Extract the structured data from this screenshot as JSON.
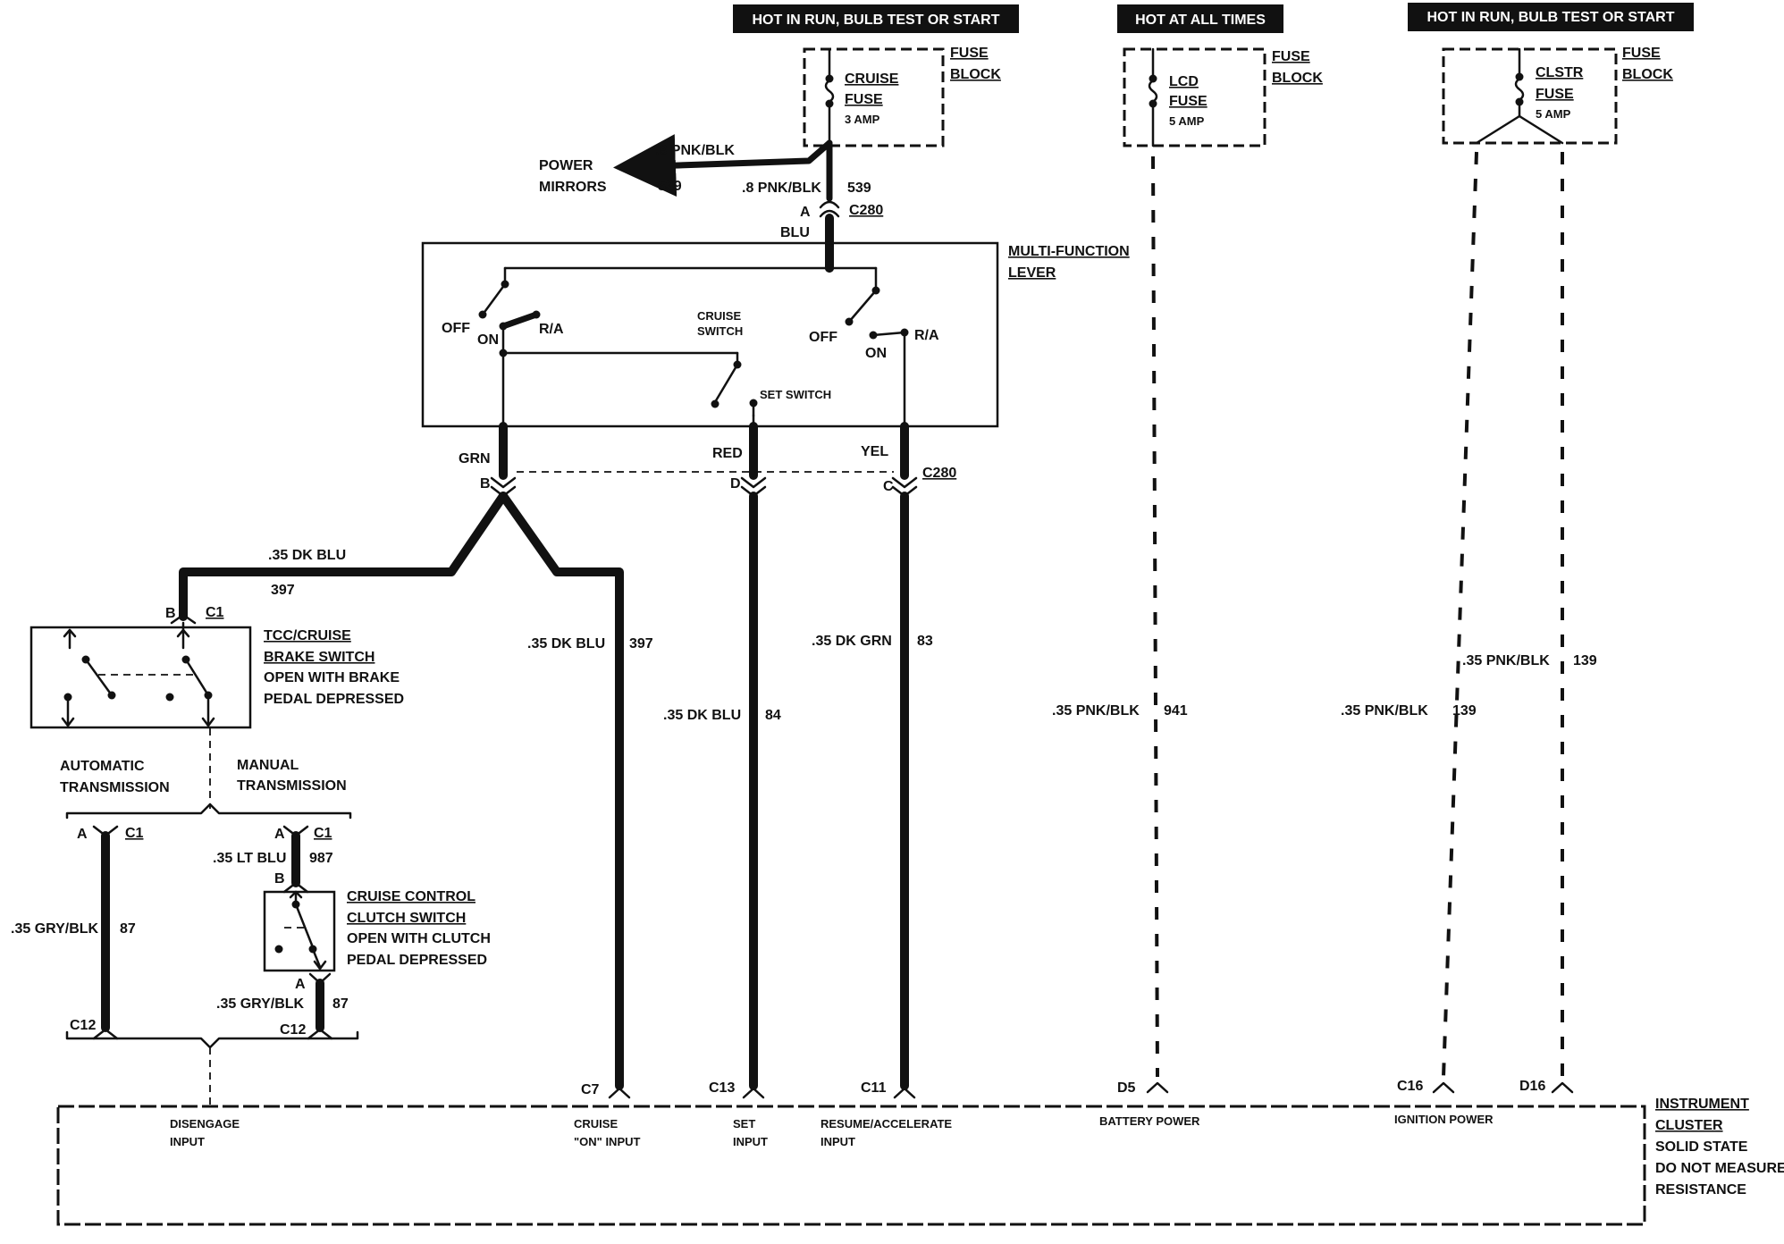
{
  "power": {
    "banner1": "HOT IN RUN, BULB TEST OR START",
    "banner2": "HOT AT ALL TIMES",
    "banner3": "HOT IN RUN, BULB TEST OR START"
  },
  "fuses": {
    "cruise": {
      "line1": "CRUISE",
      "line2": "FUSE",
      "rating": "3 AMP"
    },
    "lcd": {
      "line1": "LCD",
      "line2": "FUSE",
      "rating": "5 AMP"
    },
    "clstr": {
      "line1": "CLSTR",
      "line2": "FUSE",
      "rating": "5 AMP"
    },
    "block_line1": "FUSE",
    "block_line2": "BLOCK"
  },
  "mirrors": {
    "line1": "POWER",
    "line2": "MIRRORS",
    "wire_upper": ".8 PNK/BLK",
    "circuit_lower": "539",
    "wire_mid": ".8 PNK/BLK",
    "circuit_mid": "539"
  },
  "connectors": {
    "c280_top_pin": "A",
    "c280_top_name": "C280",
    "blu": "BLU",
    "grn": "GRN",
    "red": "RED",
    "yel": "YEL",
    "pin_b": "B",
    "pin_d": "D",
    "pin_c": "C",
    "c280_mid_name": "C280"
  },
  "lever": {
    "line1": "MULTI-FUNCTION",
    "line2": "LEVER",
    "off_left": "OFF",
    "on_left": "ON",
    "ra_left": "R/A",
    "cruise_switch_1": "CRUISE",
    "cruise_switch_2": "SWITCH",
    "off_right": "OFF",
    "on_right": "ON",
    "ra_right": "R/A",
    "set_switch": "SET SWITCH"
  },
  "wires": {
    "w397_top_gauge": ".35 DK BLU",
    "w397_top_num": "397",
    "w397_gauge": ".35 DK BLU",
    "w397_num": "397",
    "w84_gauge": ".35 DK BLU",
    "w84_num": "84",
    "w83_gauge": ".35 DK GRN",
    "w83_num": "83",
    "w941_gauge": ".35 PNK/BLK",
    "w941_num": "941",
    "w139a_gauge": ".35 PNK/BLK",
    "w139a_num": "139",
    "w139b_gauge": ".35 PNK/BLK",
    "w139b_num": "139",
    "w87a_gauge": ".35 GRY/BLK",
    "w87a_num": "87",
    "w987_gauge": ".35 LT BLU",
    "w987_num": "987",
    "w87b_gauge": ".35 GRY/BLK",
    "w87b_num": "87"
  },
  "brake_switch": {
    "pin": "B",
    "conn": "C1",
    "line1": "TCC/CRUISE",
    "line2": "BRAKE SWITCH",
    "line3": "OPEN WITH BRAKE",
    "line4": "PEDAL DEPRESSED"
  },
  "transmission": {
    "auto_1": "AUTOMATIC",
    "auto_2": "TRANSMISSION",
    "manual_1": "MANUAL",
    "manual_2": "TRANSMISSION",
    "auto_pin": "A",
    "auto_conn": "C1",
    "man_pin_a": "A",
    "man_conn": "C1",
    "man_pin_b": "B",
    "man_pin_a2": "A",
    "c12_left": "C12",
    "c12_right": "C12"
  },
  "clutch_switch": {
    "line1": "CRUISE CONTROL",
    "line2": "CLUTCH SWITCH",
    "line3": "OPEN WITH CLUTCH",
    "line4": "PEDAL DEPRESSED"
  },
  "cluster": {
    "pin_c7": "C7",
    "pin_c13": "C13",
    "pin_c11": "C11",
    "pin_d5": "D5",
    "pin_c16": "C16",
    "pin_d16": "D16",
    "disengage_1": "DISENGAGE",
    "disengage_2": "INPUT",
    "cruise_on_1": "CRUISE",
    "cruise_on_2": "\"ON\" INPUT",
    "set_1": "SET",
    "set_2": "INPUT",
    "resume_1": "RESUME/ACCELERATE",
    "resume_2": "INPUT",
    "battery": "BATTERY POWER",
    "ignition": "IGNITION POWER",
    "name_1": "INSTRUMENT",
    "name_2": "CLUSTER",
    "note_1": "SOLID STATE",
    "note_2": "DO NOT MEASURE",
    "note_3": "RESISTANCE"
  }
}
